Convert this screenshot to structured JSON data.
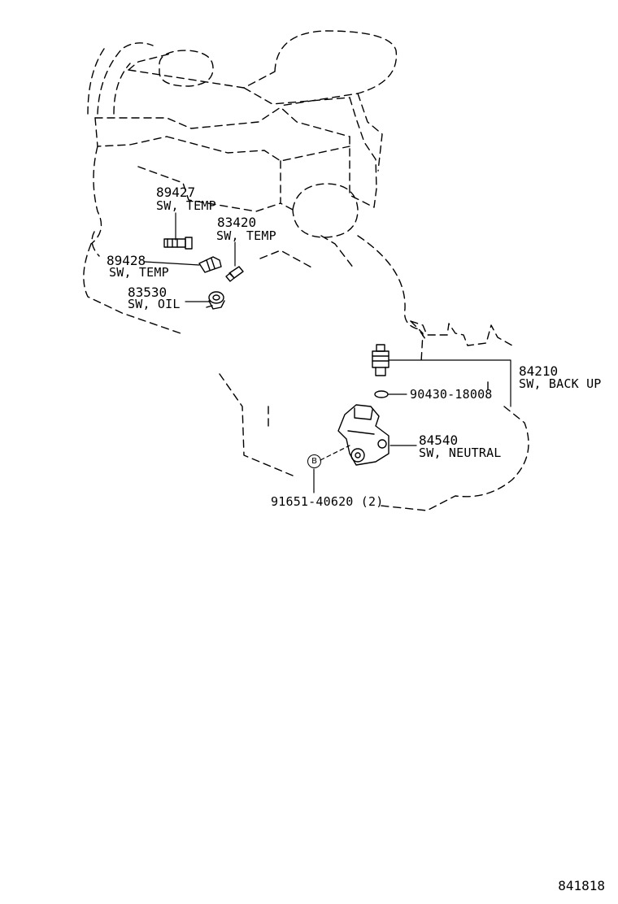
{
  "parts": [
    {
      "id": "p89427",
      "number": "89427",
      "name": "SW, TEMP"
    },
    {
      "id": "p83420",
      "number": "83420",
      "name": "SW, TEMP"
    },
    {
      "id": "p89428",
      "number": "89428",
      "name": "SW, TEMP"
    },
    {
      "id": "p83530",
      "number": "83530",
      "name": "SW, OIL"
    },
    {
      "id": "p84210",
      "number": "84210",
      "name": "SW, BACK UP"
    },
    {
      "id": "p90430",
      "number": "90430-18008"
    },
    {
      "id": "p84540",
      "number": "84540",
      "name": "SW, NEUTRAL"
    },
    {
      "id": "p91651",
      "number": "91651-40620 (2)"
    }
  ],
  "callout_letter": "B",
  "figure_number": "841818",
  "colors": {
    "line": "#000000",
    "background": "#ffffff"
  }
}
